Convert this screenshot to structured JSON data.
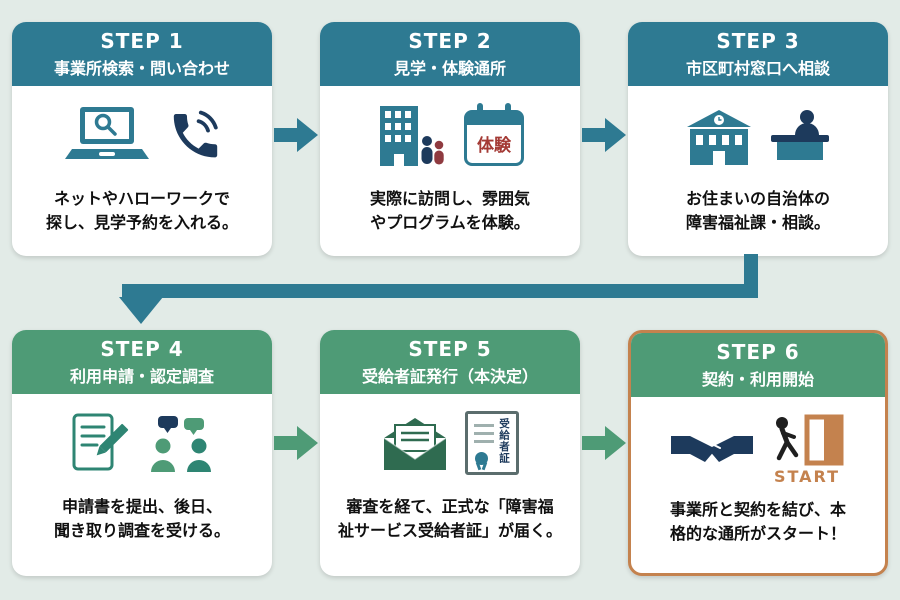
{
  "background_color": "#e2ebe7",
  "palette": {
    "teal": "#2e7a92",
    "green": "#4e9b76",
    "orange": "#c4824e",
    "navy": "#1d3a5c",
    "accent_red": "#a43a35",
    "dark_green": "#2f6b50"
  },
  "steps": [
    {
      "number_label": "STEP 1",
      "title": "事業所検索・問い合わせ",
      "description": "ネットやハローワークで\n探し、見学予約を入れる。",
      "theme": "teal",
      "icons": [
        "laptop-search",
        "telephone"
      ]
    },
    {
      "number_label": "STEP 2",
      "title": "見学・体験通所",
      "description": "実際に訪問し、雰囲気\nやプログラムを体験。",
      "theme": "teal",
      "calendar_label": "体験",
      "icons": [
        "office-building-visitors",
        "trial-calendar"
      ]
    },
    {
      "number_label": "STEP 3",
      "title": "市区町村窓口へ相談",
      "description": "お住まいの自治体の\n障害福祉課・相談。",
      "theme": "teal",
      "icons": [
        "municipal-building",
        "reception-desk"
      ]
    },
    {
      "number_label": "STEP 4",
      "title": "利用申請・認定調査",
      "description": "申請書を提出、後日、\n聞き取り調査を受ける。",
      "theme": "green",
      "icons": [
        "application-form",
        "interview"
      ]
    },
    {
      "number_label": "STEP 5",
      "title": "受給者証発行（本決定）",
      "description": "審査を経て、正式な「障害福\n祉サービス受給者証」が届く。",
      "theme": "green",
      "certificate_label": "受給者証",
      "icons": [
        "envelope-letter",
        "certificate"
      ]
    },
    {
      "number_label": "STEP 6",
      "title": "契約・利用開始",
      "description": "事業所と契約を結び、本\n格的な通所がスタート！",
      "theme": "green",
      "highlight": true,
      "start_label": "START",
      "icons": [
        "handshake",
        "door-start"
      ]
    }
  ]
}
